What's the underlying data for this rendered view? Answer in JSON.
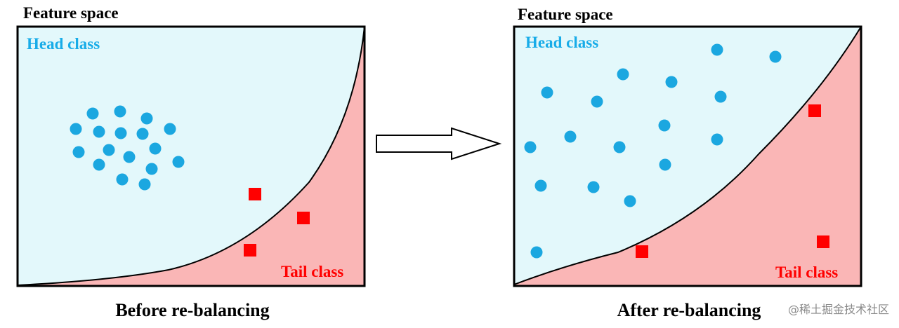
{
  "panels": [
    {
      "id": "before",
      "title": "Feature space",
      "head_label": "Head class",
      "tail_label": "Tail class",
      "caption": "Before re-balancing"
    },
    {
      "id": "after",
      "title": "Feature space",
      "head_label": "Head class",
      "tail_label": "Tail class",
      "caption": "After re-balancing"
    }
  ],
  "colors": {
    "head_region": "#e3f8fb",
    "tail_region": "#fab6b6",
    "head_point": "#1ba7e0",
    "tail_point": "#ff0000",
    "head_text": "#18ace8",
    "tail_text": "#ff0000",
    "outline": "#000000"
  },
  "watermark": "@稀土掘金技术社区"
}
